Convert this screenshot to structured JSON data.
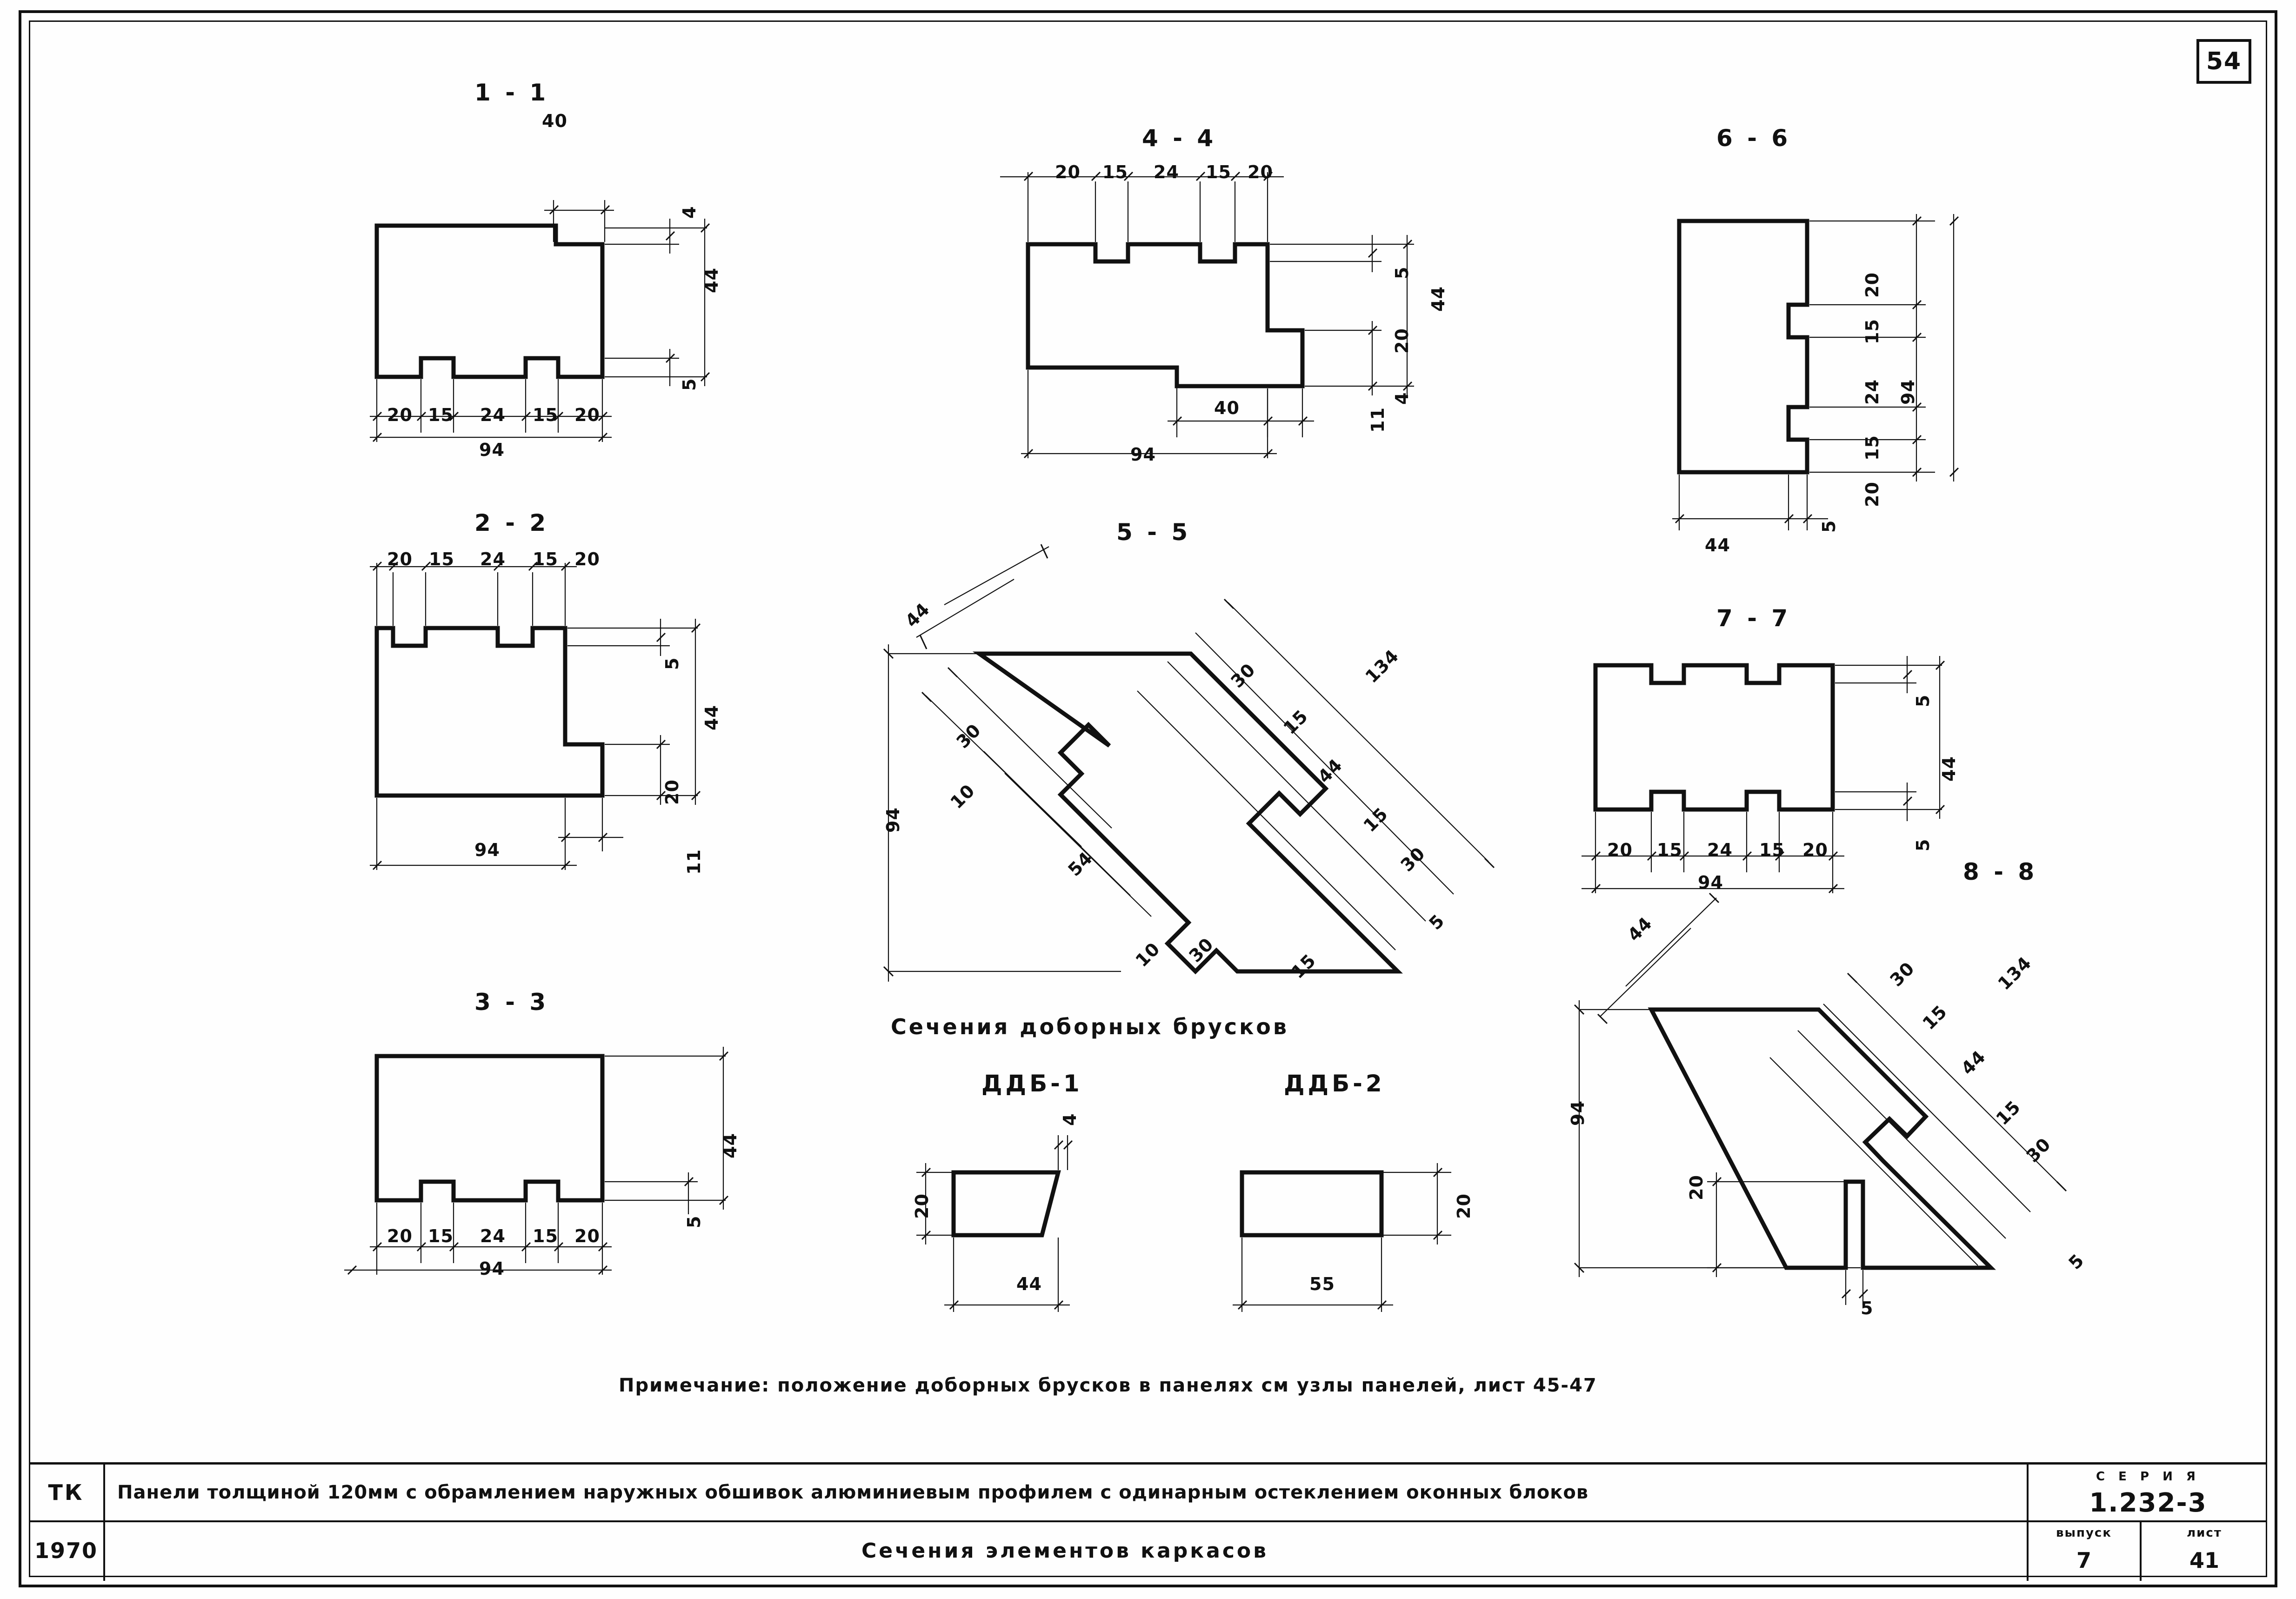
{
  "sheet": {
    "page_number": "54"
  },
  "sections": [
    {
      "id": "1-1",
      "title": "1 - 1",
      "top_dims": [
        "40"
      ],
      "bottom_dims": [
        "20",
        "15",
        "24",
        "15",
        "20"
      ],
      "overall_bottom": "94",
      "right_dims": [
        "4",
        "44",
        "5"
      ]
    },
    {
      "id": "2-2",
      "title": "2 - 2",
      "top_dims": [
        "20",
        "15",
        "24",
        "15",
        "20"
      ],
      "right_dims": [
        "5",
        "44",
        "20",
        "11"
      ],
      "overall_bottom": "94"
    },
    {
      "id": "3-3",
      "title": "3 - 3",
      "bottom_dims": [
        "20",
        "15",
        "24",
        "15",
        "20"
      ],
      "overall_bottom": "94",
      "right_dims": [
        "44",
        "5"
      ]
    },
    {
      "id": "4-4",
      "title": "4 - 4",
      "top_dims": [
        "20",
        "15",
        "24",
        "15",
        "20"
      ],
      "right_dims": [
        "5",
        "20",
        "4",
        "44"
      ],
      "bottom_dims": [
        "40",
        "11"
      ],
      "overall_bottom": "94"
    },
    {
      "id": "5-5",
      "title": "5 - 5",
      "left_dims": [
        "44",
        "94"
      ],
      "inner_dims": [
        "30",
        "10",
        "54",
        "10",
        "30"
      ],
      "right_dims": [
        "30",
        "15",
        "44",
        "15",
        "30",
        "134",
        "15",
        "5"
      ]
    },
    {
      "id": "6-6",
      "title": "6 - 6",
      "right_dims": [
        "20",
        "15",
        "24",
        "15",
        "20"
      ],
      "overall_right": "94",
      "bottom_dims": [
        "44",
        "5"
      ]
    },
    {
      "id": "7-7",
      "title": "7 - 7",
      "right_dims": [
        "5",
        "44",
        "5"
      ],
      "bottom_dims": [
        "20",
        "15",
        "24",
        "15",
        "20"
      ],
      "overall_bottom": "94"
    },
    {
      "id": "8-8",
      "title": "8 - 8",
      "left_dims": [
        "44",
        "94"
      ],
      "inner_dims": [
        "20",
        "5"
      ],
      "right_dims": [
        "30",
        "15",
        "44",
        "15",
        "30",
        "134",
        "5"
      ]
    }
  ],
  "dobor": {
    "group_title": "Сечения доборных брусков",
    "items": [
      {
        "label": "ДДБ-1",
        "height": "20",
        "width": "44",
        "top_dim": "4"
      },
      {
        "label": "ДДБ-2",
        "height": "20",
        "width": "55"
      }
    ]
  },
  "note": {
    "text": "Примечание: положение доборных брусков в панелях см узлы панелей, лист 45-47"
  },
  "title_block": {
    "org": "ТК",
    "year": "1970",
    "line1": "Панели толщиной 120мм с обрамлением наружных обшивок алюминиевым профилем с одинарным остеклением оконных блоков",
    "line2": "Сечения элементов каркасов",
    "series_label": "С Е Р И Я",
    "series_value": "1.232-3",
    "vypusk_label": "выпуск",
    "vypusk_value": "7",
    "list_label": "лист",
    "list_value": "41"
  }
}
